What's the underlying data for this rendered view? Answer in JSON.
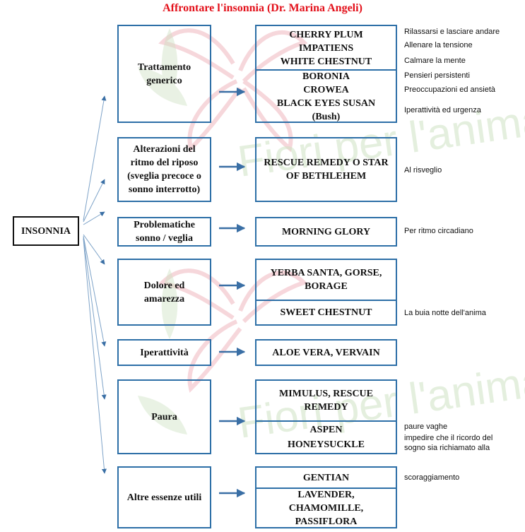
{
  "title": "Affrontare l'insonnia (Dr. Marina Angeli)",
  "watermark_text": "Fiori per l'anima",
  "root": "INSONNIA",
  "categories": [
    "Trattamento\ngenerico",
    "Alterazioni del\nritmo del riposo\n(sveglia precoce o\nsonno interrotto)",
    "Problematiche\nsonno / veglia",
    "Dolore ed\namarezza",
    "Iperattività",
    "Paura",
    "Altre essenze utili"
  ],
  "remedies": {
    "g1": [
      "CHERRY PLUM",
      "IMPATIENS",
      "WHITE CHESTNUT"
    ],
    "g1b": [
      "BORONIA",
      "CROWEA",
      "BLACK EYES SUSAN",
      "(Bush)"
    ],
    "g2": "RESCUE REMEDY O STAR\nOF BETHLEHEM",
    "g3": "MORNING GLORY",
    "g4a": "YERBA SANTA, GORSE,\nBORAGE",
    "g4b": "SWEET CHESTNUT",
    "g5": "ALOE VERA, VERVAIN",
    "g6a": "MIMULUS, RESCUE\nREMEDY",
    "g6b": [
      "ASPEN",
      "HONEYSUCKLE"
    ],
    "g7a": "GENTIAN",
    "g7b": "LAVENDER,\nCHAMOMILLE,\nPASSIFLORA"
  },
  "notes": {
    "n1": "Rilassarsi e lasciare andare",
    "n2": "Allenare la tensione",
    "n3": "Calmare la mente",
    "n4": "Pensieri persistenti",
    "n5": "Preoccupazioni ed ansietà",
    "n6": "Iperattività ed urgenza",
    "n7": "Al risveglio",
    "n8": "Per ritmo circadiano",
    "n9": "La buia notte dell'anima",
    "n10": "paure vaghe",
    "n11": "impedire che il ricordo del sogno sia richiamato alla",
    "n12": "scoraggiamento"
  },
  "colors": {
    "title": "#e3101a",
    "box_border": "#2d6fa7",
    "arrow": "#3a6fa5",
    "watermark": "#f2c9cf"
  }
}
